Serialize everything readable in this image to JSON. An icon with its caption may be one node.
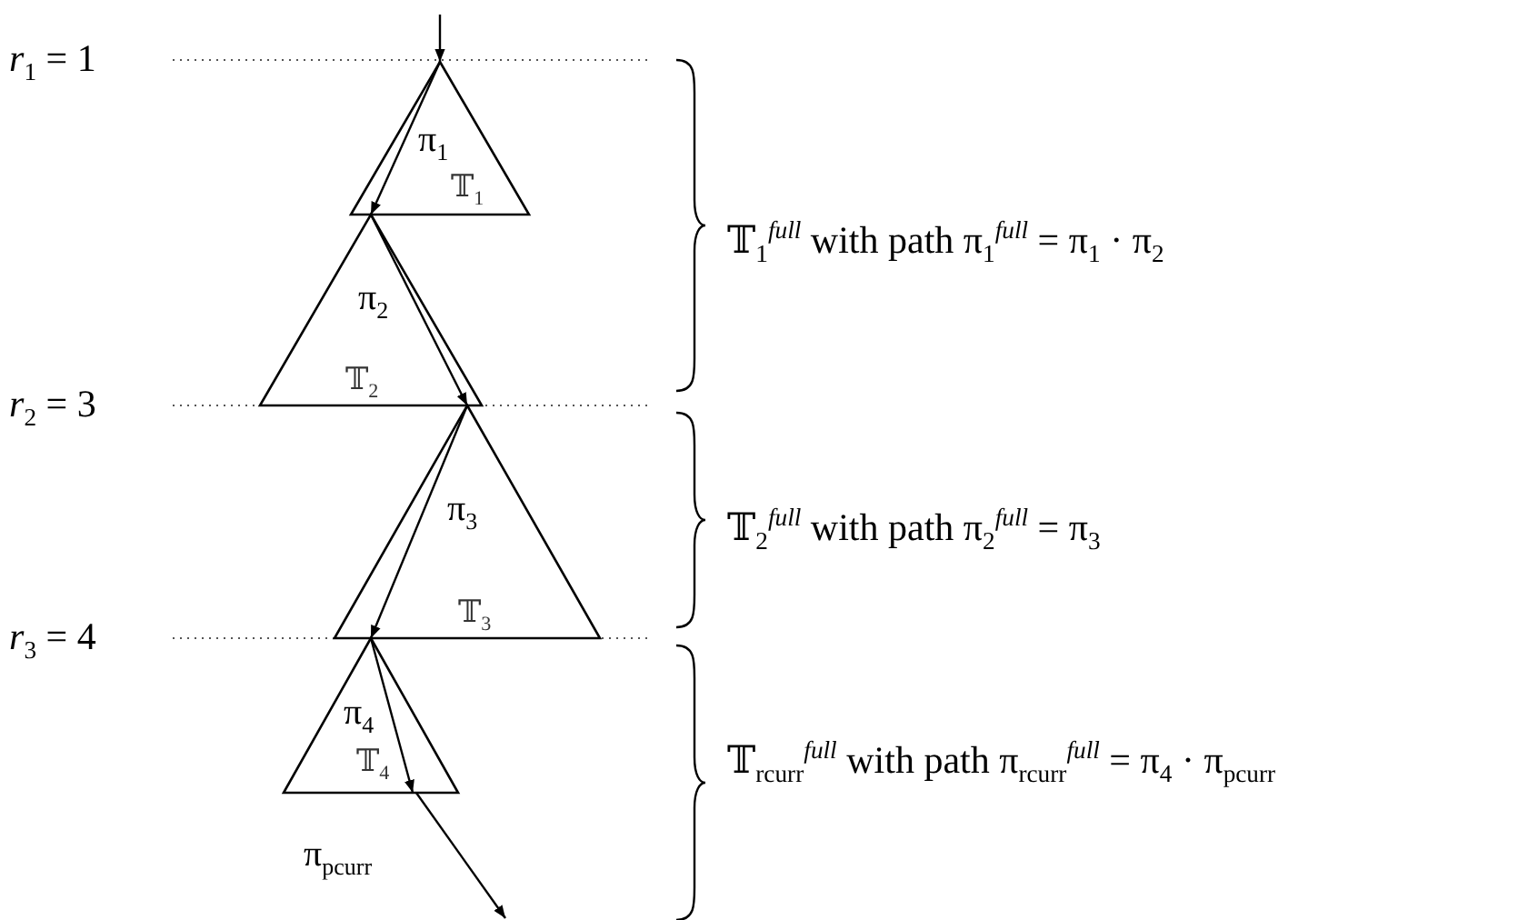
{
  "diagram": {
    "nodes": [
      {
        "text": [
          "𝕋$_{1}$"
        ]
      },
      {
        "text": [
          "𝕋$_{2}$"
        ]
      },
      {
        "text": [
          "𝕋$_{3}$"
        ]
      },
      {
        "text": [
          "𝕋$_{4}$"
        ]
      }
    ],
    "edges": [
      {
        "from": null,
        "to": 0,
        "arrow": "to"
      },
      {
        "from": 0,
        "to": 1,
        "arrow": "to",
        "label": "π$_{1}$"
      },
      {
        "from": 1,
        "to": 2,
        "arrow": "to",
        "label": "π$_{2}$"
      },
      {
        "from": 2,
        "to": 3,
        "arrow": "to",
        "label": "π$_{3}$"
      },
      {
        "from": 3,
        "to": 3,
        "arrow": "to",
        "label": "π$_{4}$"
      },
      {
        "from": 3,
        "to": null,
        "arrow": "to",
        "label": "π$_{pcurr}$"
      }
    ],
    "labels": [
      "*r*$_{1}$ = 1",
      "𝕋$_{1}$$^{full}$ with path π$_{1}$$^{full}$ = π$_{1}$ · π$_{2}$",
      "*r*$_{2}$ = 3",
      "𝕋$_{2}$$^{full}$ with path π$_{2}$$^{full}$ = π$_{3}$",
      "*r*$_{3}$ = 4",
      "𝕋$_{rcurr}$$^{full}$ with path π$_{rcurr}$$^{full}$ = π$_{4}$ · π$_{pcurr}$"
    ]
  }
}
